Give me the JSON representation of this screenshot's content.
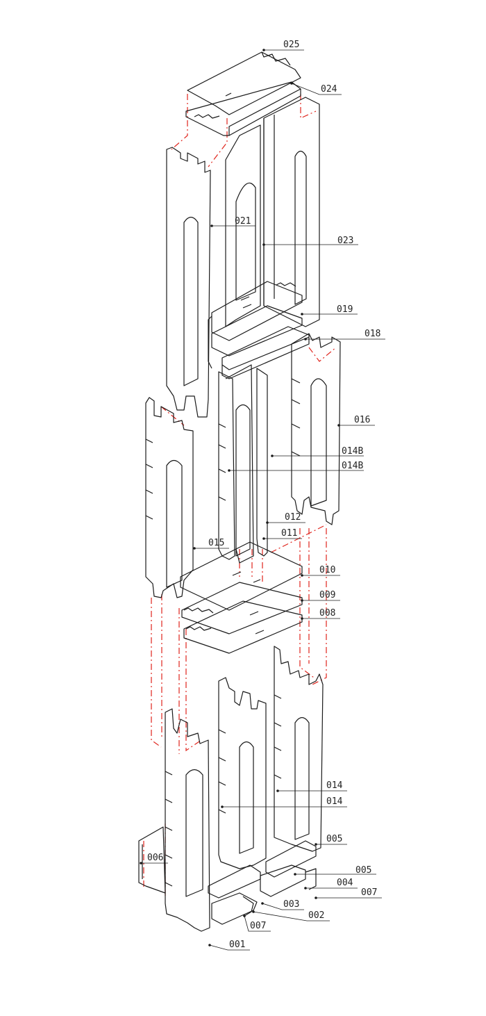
{
  "diagram": {
    "line_color": "#1a1a1a",
    "guide_color": "#e0231b",
    "part_labels": [
      "025",
      "024",
      "021",
      "023",
      "019",
      "018",
      "016",
      "014B",
      "014B",
      "012",
      "011",
      "015",
      "010",
      "009",
      "008",
      "014",
      "014",
      "005",
      "006",
      "005",
      "004",
      "007",
      "003",
      "002",
      "007",
      "001"
    ]
  }
}
